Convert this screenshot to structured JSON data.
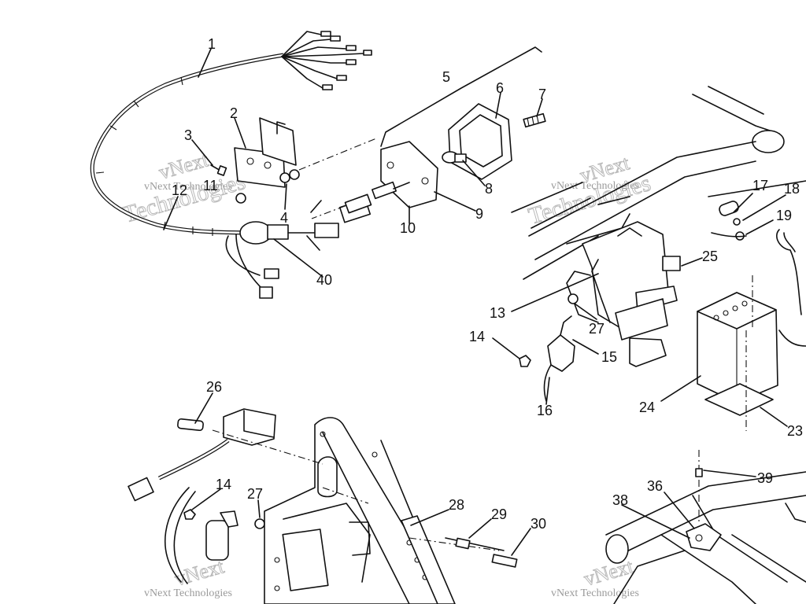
{
  "diagram": {
    "callouts": [
      {
        "id": "c1",
        "text": "1"
      },
      {
        "id": "c2",
        "text": "2"
      },
      {
        "id": "c3",
        "text": "3"
      },
      {
        "id": "c4",
        "text": "4"
      },
      {
        "id": "c5",
        "text": "5"
      },
      {
        "id": "c6",
        "text": "6"
      },
      {
        "id": "c7",
        "text": "7"
      },
      {
        "id": "c8",
        "text": "8"
      },
      {
        "id": "c9",
        "text": "9"
      },
      {
        "id": "c10",
        "text": "10"
      },
      {
        "id": "c11",
        "text": "11"
      },
      {
        "id": "c12",
        "text": "12"
      },
      {
        "id": "c13",
        "text": "13"
      },
      {
        "id": "c14a",
        "text": "14"
      },
      {
        "id": "c15",
        "text": "15"
      },
      {
        "id": "c16",
        "text": "16"
      },
      {
        "id": "c17",
        "text": "17"
      },
      {
        "id": "c18",
        "text": "18"
      },
      {
        "id": "c19",
        "text": "19"
      },
      {
        "id": "c23",
        "text": "23"
      },
      {
        "id": "c24",
        "text": "24"
      },
      {
        "id": "c25",
        "text": "25"
      },
      {
        "id": "c26",
        "text": "26"
      },
      {
        "id": "c27a",
        "text": "27"
      },
      {
        "id": "c14b",
        "text": "14"
      },
      {
        "id": "c27b",
        "text": "27"
      },
      {
        "id": "c28",
        "text": "28"
      },
      {
        "id": "c29",
        "text": "29"
      },
      {
        "id": "c30",
        "text": "30"
      },
      {
        "id": "c36",
        "text": "36"
      },
      {
        "id": "c38",
        "text": "38"
      },
      {
        "id": "c39",
        "text": "39"
      },
      {
        "id": "c40",
        "text": "40"
      }
    ],
    "watermark": {
      "small": "vNext Technologies",
      "large_top": "vNext",
      "large_bottom": "Technologies"
    }
  }
}
